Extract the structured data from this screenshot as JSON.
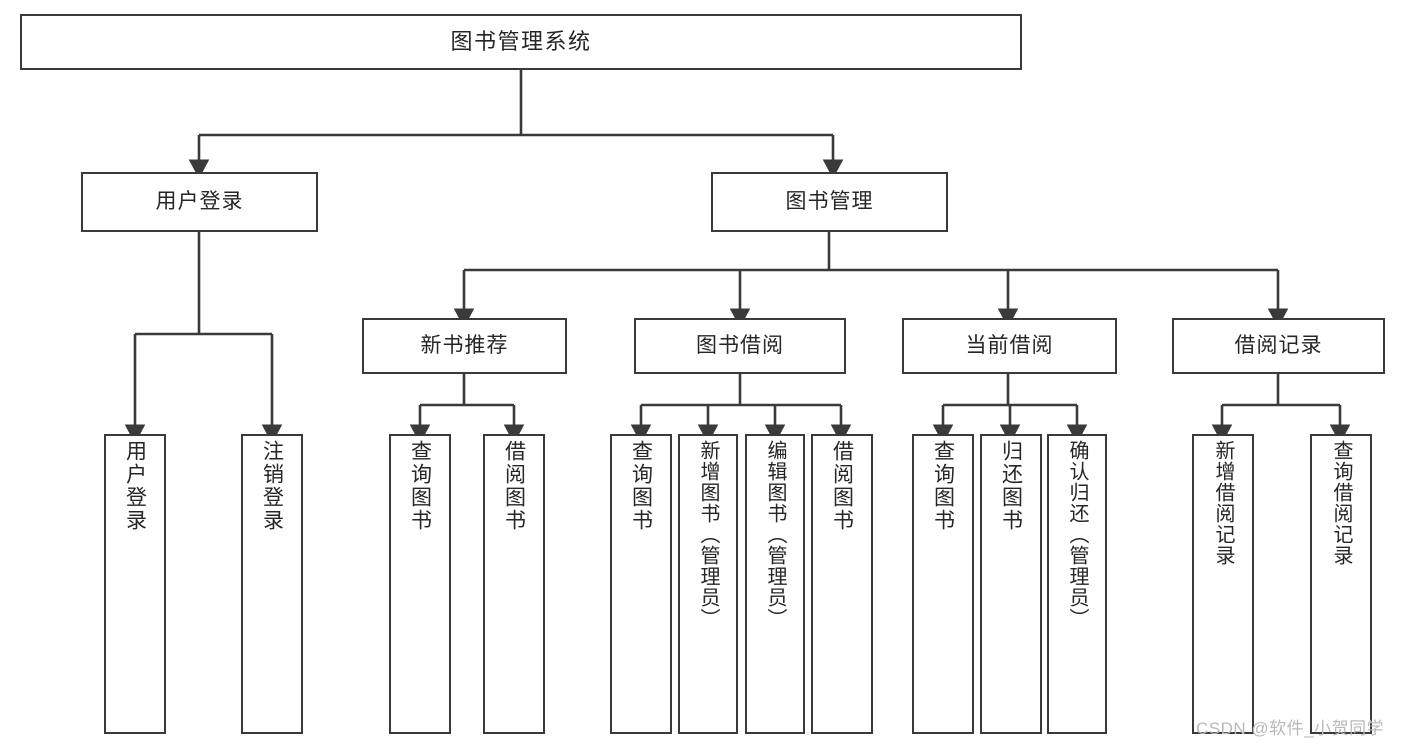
{
  "diagram": {
    "title": "图书管理系统",
    "type": "hierarchy-tree",
    "root": {
      "id": "root",
      "label": "图书管理系统"
    },
    "level1": [
      {
        "id": "user-login",
        "label": "用户登录"
      },
      {
        "id": "book-management",
        "label": "图书管理"
      }
    ],
    "level2": [
      {
        "id": "new-book-recommend",
        "label": "新书推荐",
        "parent": "book-management"
      },
      {
        "id": "book-borrow",
        "label": "图书借阅",
        "parent": "book-management"
      },
      {
        "id": "current-borrow",
        "label": "当前借阅",
        "parent": "book-management"
      },
      {
        "id": "borrow-record",
        "label": "借阅记录",
        "parent": "book-management"
      }
    ],
    "leaves": [
      {
        "id": "leaf-user-login",
        "label": "用户登录",
        "parent": "user-login"
      },
      {
        "id": "leaf-logout-login",
        "label": "注销登录",
        "parent": "user-login"
      },
      {
        "id": "leaf-query-book-1",
        "label": "查询图书",
        "parent": "new-book-recommend"
      },
      {
        "id": "leaf-borrow-book-1",
        "label": "借阅图书",
        "parent": "new-book-recommend"
      },
      {
        "id": "leaf-query-book-2",
        "label": "查询图书",
        "parent": "book-borrow"
      },
      {
        "id": "leaf-add-book",
        "label": "新增图书（管理员）",
        "parent": "book-borrow"
      },
      {
        "id": "leaf-edit-book",
        "label": "编辑图书（管理员）",
        "parent": "book-borrow"
      },
      {
        "id": "leaf-borrow-book-2",
        "label": "借阅图书",
        "parent": "book-borrow"
      },
      {
        "id": "leaf-query-book-3",
        "label": "查询图书",
        "parent": "current-borrow"
      },
      {
        "id": "leaf-return-book",
        "label": "归还图书",
        "parent": "current-borrow"
      },
      {
        "id": "leaf-confirm-return",
        "label": "确认归还（管理员）",
        "parent": "current-borrow"
      },
      {
        "id": "leaf-add-record",
        "label": "新增借阅记录",
        "parent": "borrow-record"
      },
      {
        "id": "leaf-query-record",
        "label": "查询借阅记录",
        "parent": "borrow-record"
      }
    ]
  },
  "watermark": {
    "text": "CSDN @软件_小贺同学"
  },
  "colors": {
    "stroke": "#3a3a3a",
    "text": "#262626",
    "background": "#ffffff",
    "watermark": "#b9b9b9"
  }
}
